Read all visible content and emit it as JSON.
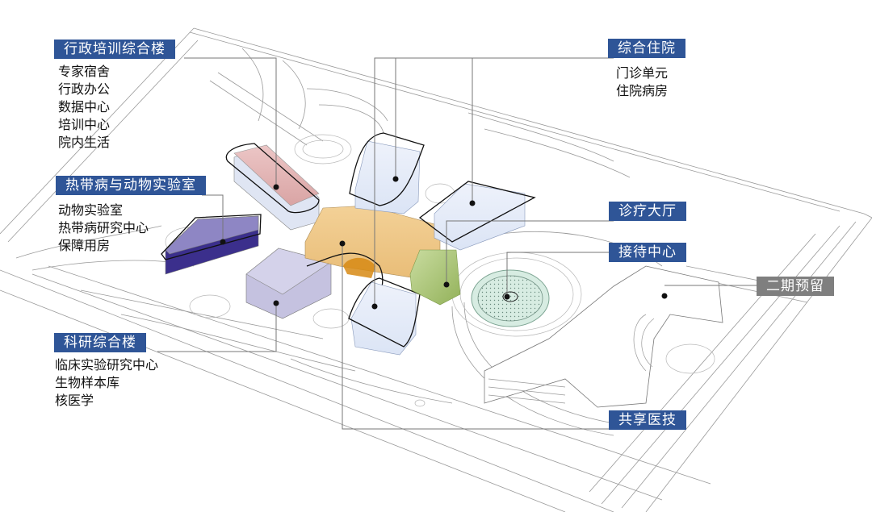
{
  "title": "医院总体功能分区轴测图",
  "colors": {
    "label_blue": "#2f5597",
    "label_gray": "#7f7f7f",
    "admin_training": "#e3b3b3",
    "tropical_lab": "#8e86c4",
    "tropical_lab_side": "#3b2f8c",
    "research": "#cfcde6",
    "inpatient": "#e4ebf8",
    "clinic_hall": "#f0c98a",
    "clinic_hall_dark": "#d78a14",
    "reception": "#a8c170",
    "shared_medtech": "#d7ece2",
    "phase2": "#ffffff"
  },
  "labels": [
    {
      "id": "admin",
      "title": "行政培训综合楼",
      "style": "blue",
      "items": [
        "专家宿舍",
        "行政办公",
        "数据中心",
        "培训中心",
        "院内生活"
      ]
    },
    {
      "id": "tropical",
      "title": "热带病与动物实验室",
      "style": "blue",
      "items": [
        "动物实验室",
        "热带病研究中心",
        "保障用房"
      ]
    },
    {
      "id": "research",
      "title": "科研综合楼",
      "style": "blue",
      "items": [
        "临床实验研究中心",
        "生物样本库",
        "核医学"
      ]
    },
    {
      "id": "inpatient",
      "title": "综合住院",
      "style": "blue",
      "items": [
        "门诊单元",
        "住院病房"
      ]
    },
    {
      "id": "clinic_hall",
      "title": "诊疗大厅",
      "style": "blue",
      "items": []
    },
    {
      "id": "reception",
      "title": "接待中心",
      "style": "blue",
      "items": []
    },
    {
      "id": "phase2",
      "title": "二期预留",
      "style": "gray",
      "items": []
    },
    {
      "id": "shared",
      "title": "共享医技",
      "style": "blue",
      "items": []
    }
  ]
}
